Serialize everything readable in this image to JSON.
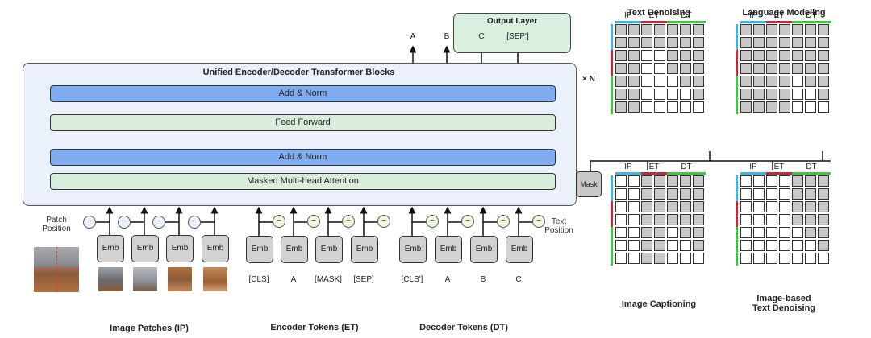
{
  "output_layer": {
    "title": "Output Layer",
    "labels": [
      "A",
      "B",
      "C",
      "[SEP']"
    ]
  },
  "transformer": {
    "title": "Unified Encoder/Decoder Transformer Blocks",
    "repeat_label": "× N",
    "layers": [
      "Add & Norm",
      "Feed Forward",
      "Add & Norm",
      "Masked Multi-head Attention"
    ],
    "mask_label": "Mask"
  },
  "inputs": {
    "patch_position_label": "Patch Position",
    "text_position_label": "Text Position",
    "position_glyph": "~",
    "emb_label": "Emb",
    "image_patches_caption": "Image Patches (IP)",
    "encoder_tokens": [
      "[CLS]",
      "A",
      "[MASK]",
      "[SEP]"
    ],
    "encoder_caption": "Encoder Tokens (ET)",
    "decoder_tokens": [
      "[CLS']",
      "A",
      "B",
      "C"
    ],
    "decoder_caption": "Decoder Tokens (DT)"
  },
  "colors": {
    "ip": "#3cb4e6",
    "et": "#c8283c",
    "dt": "#3cc83c",
    "gray_cell": "#c8c8c8",
    "add_norm": "#7fadf0",
    "sublayer": "#d9ecdc"
  },
  "mask_grids": {
    "column_groups": [
      "IP",
      "ET",
      "DT"
    ],
    "legend": "g = attend (gray), w = masked (white)",
    "grids": [
      {
        "title": "Text Denoising",
        "cells": [
          "ggggggg",
          "ggggggg",
          "ggwwggg",
          "ggwwggg",
          "ggwwwgg",
          "ggwwwwg",
          "ggwwwww"
        ]
      },
      {
        "title": "Language Modeling",
        "cells": [
          "ggggggg",
          "ggggggg",
          "ggggggg",
          "ggggggg",
          "ggggwgg",
          "ggggwwg",
          "ggggwww"
        ]
      },
      {
        "title": "Image Captioning",
        "cells": [
          "wwggggg",
          "wwggggg",
          "wwggggg",
          "wwggggg",
          "wwggwgg",
          "wwggwwg",
          "wwggwww"
        ]
      },
      {
        "title": "Image-based Text Denoising",
        "title_lines": [
          "Image-based",
          "Text Denoising"
        ],
        "cells": [
          "wwwwggg",
          "wwwwggg",
          "wwwwggg",
          "wwwwggg",
          "wwwwwgg",
          "wwwwwwg",
          "wwwwwww"
        ]
      }
    ]
  }
}
